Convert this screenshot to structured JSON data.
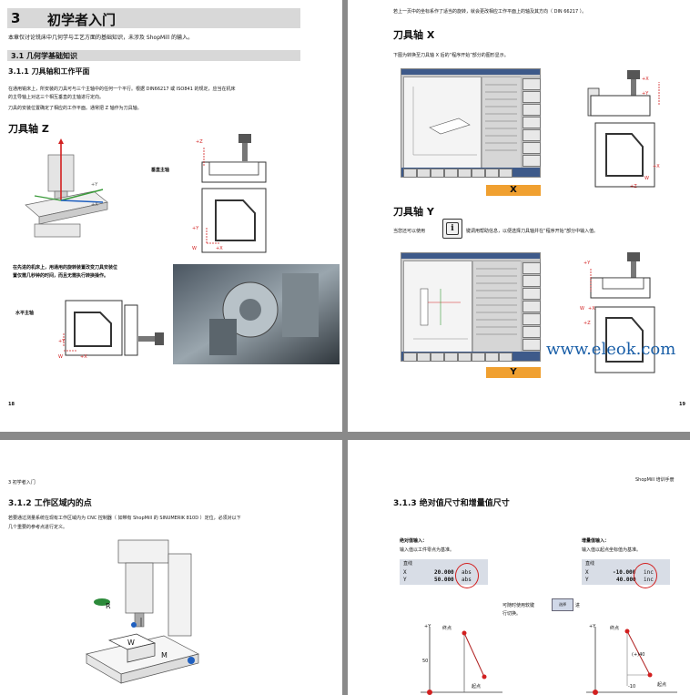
{
  "page18": {
    "chapter_num": "3",
    "chapter_title": "初学者入门",
    "intro": "本章仅讨论铣床中几何学与工艺方面的基础知识，未涉及 ShopMill 的输入。",
    "section_title": "3.1  几何学基础知识",
    "subsection_title": "3.1.1  刀具轴和工作平面",
    "para1": "在通用铣床上，所安装的刀具可与三个主轴中的任何一个平行。根据 DIN66217 或 ISO841 的规定，应当在机床",
    "para2": "的主导轴上对这三个相互垂直的主轴进行定向。",
    "para3": "刀具的安装位置确定了相应的工作平面。通常把 Z 轴作为刀具轴。",
    "tool_axis_z": "刀具轴 Z",
    "vertical_spindle": "垂直主轴",
    "photo_caption1": "在先进的机床上，用通用的旋转装置改变刀具安装位",
    "photo_caption2": "置仅需几秒钟的时间，而且无需执行转换操作。",
    "horizontal_spindle": "水平主轴",
    "page_number": "18",
    "labels": {
      "plus_z": "+Z",
      "plus_y": "+Y",
      "plus_x": "+X",
      "w": "W"
    }
  },
  "page19": {
    "top_text": "若上一页中的坐标系作了适当的旋转，就会更改相应工作平面上的轴及其方向（ DIN 66217 ）。",
    "tool_axis_x": "刀具轴 X",
    "text_x": "下图为转换至刀具轴 X 后的“程序开始”部分的图形显示。",
    "bar_x": "X",
    "tool_axis_y": "刀具轴 Y",
    "text_y_before": "当您还可以使用",
    "info_key": "i",
    "text_y_after": "键调用帮助信息，以便选择刀具轴并在“程序开始”部分中输入值。",
    "bar_y": "Y",
    "watermark": "www.eleok.com",
    "page_number": "19",
    "labels": {
      "plus_z": "+Z",
      "plus_y": "+Y",
      "plus_x": "+X",
      "w": "W"
    }
  },
  "page20": {
    "header": "3 初学者入门",
    "subsection_title": "3.1.2  工作区域内的点",
    "para1": "若要通过测量系统在现有工作区域内为 CNC 控制器（ 如带有 ShopMill 的 SINUMERIK 810D ）定位，必须对以下",
    "para2": "几个重要的参考点进行定义。",
    "labels": {
      "r": "R",
      "w": "W",
      "m": "M"
    }
  },
  "page21": {
    "header": "ShopMill 培训手册",
    "subsection_title": "3.1.3  绝对值尺寸和增量值尺寸",
    "abs_title": "绝对值输入：",
    "abs_desc": "输入值以工件零点为基准。",
    "inc_title": "增量值输入：",
    "inc_desc": "输入值以起点坐标值为基准。",
    "box_title": "直线",
    "abs_x_label": "X",
    "abs_x_value": "20.000",
    "abs_x_unit": "abs",
    "abs_y_label": "Y",
    "abs_y_value": "50.000",
    "abs_y_unit": "abs",
    "inc_x_label": "X",
    "inc_x_value": "-10.000",
    "inc_x_unit": "inc",
    "inc_y_label": "Y",
    "inc_y_value": "40.000",
    "inc_y_unit": "inc",
    "toggle_text1": "可随时使用软键",
    "toggle_key": "选择",
    "toggle_text2": "进",
    "toggle_text3": "行切换。",
    "end_point": "终点",
    "start_point": "起点",
    "plus_y": "+Y",
    "dim_50": "50",
    "dim_plus40": "(+)40",
    "dim_minus10": "-10"
  },
  "colors": {
    "orange": "#f0a030",
    "red": "#d22020",
    "green": "#3a9a3a",
    "blue": "#2060c0",
    "gray_bar": "#d8d8d8"
  }
}
